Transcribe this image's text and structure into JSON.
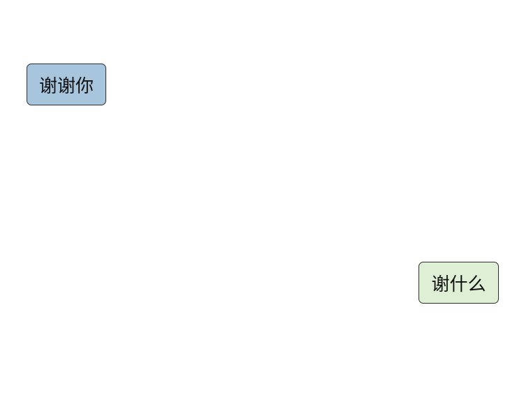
{
  "messages": [
    {
      "text": "谢谢你",
      "color": "#a7c5dd",
      "side": "left"
    },
    {
      "text": "谢什么",
      "color": "#deefd6",
      "side": "right"
    }
  ]
}
